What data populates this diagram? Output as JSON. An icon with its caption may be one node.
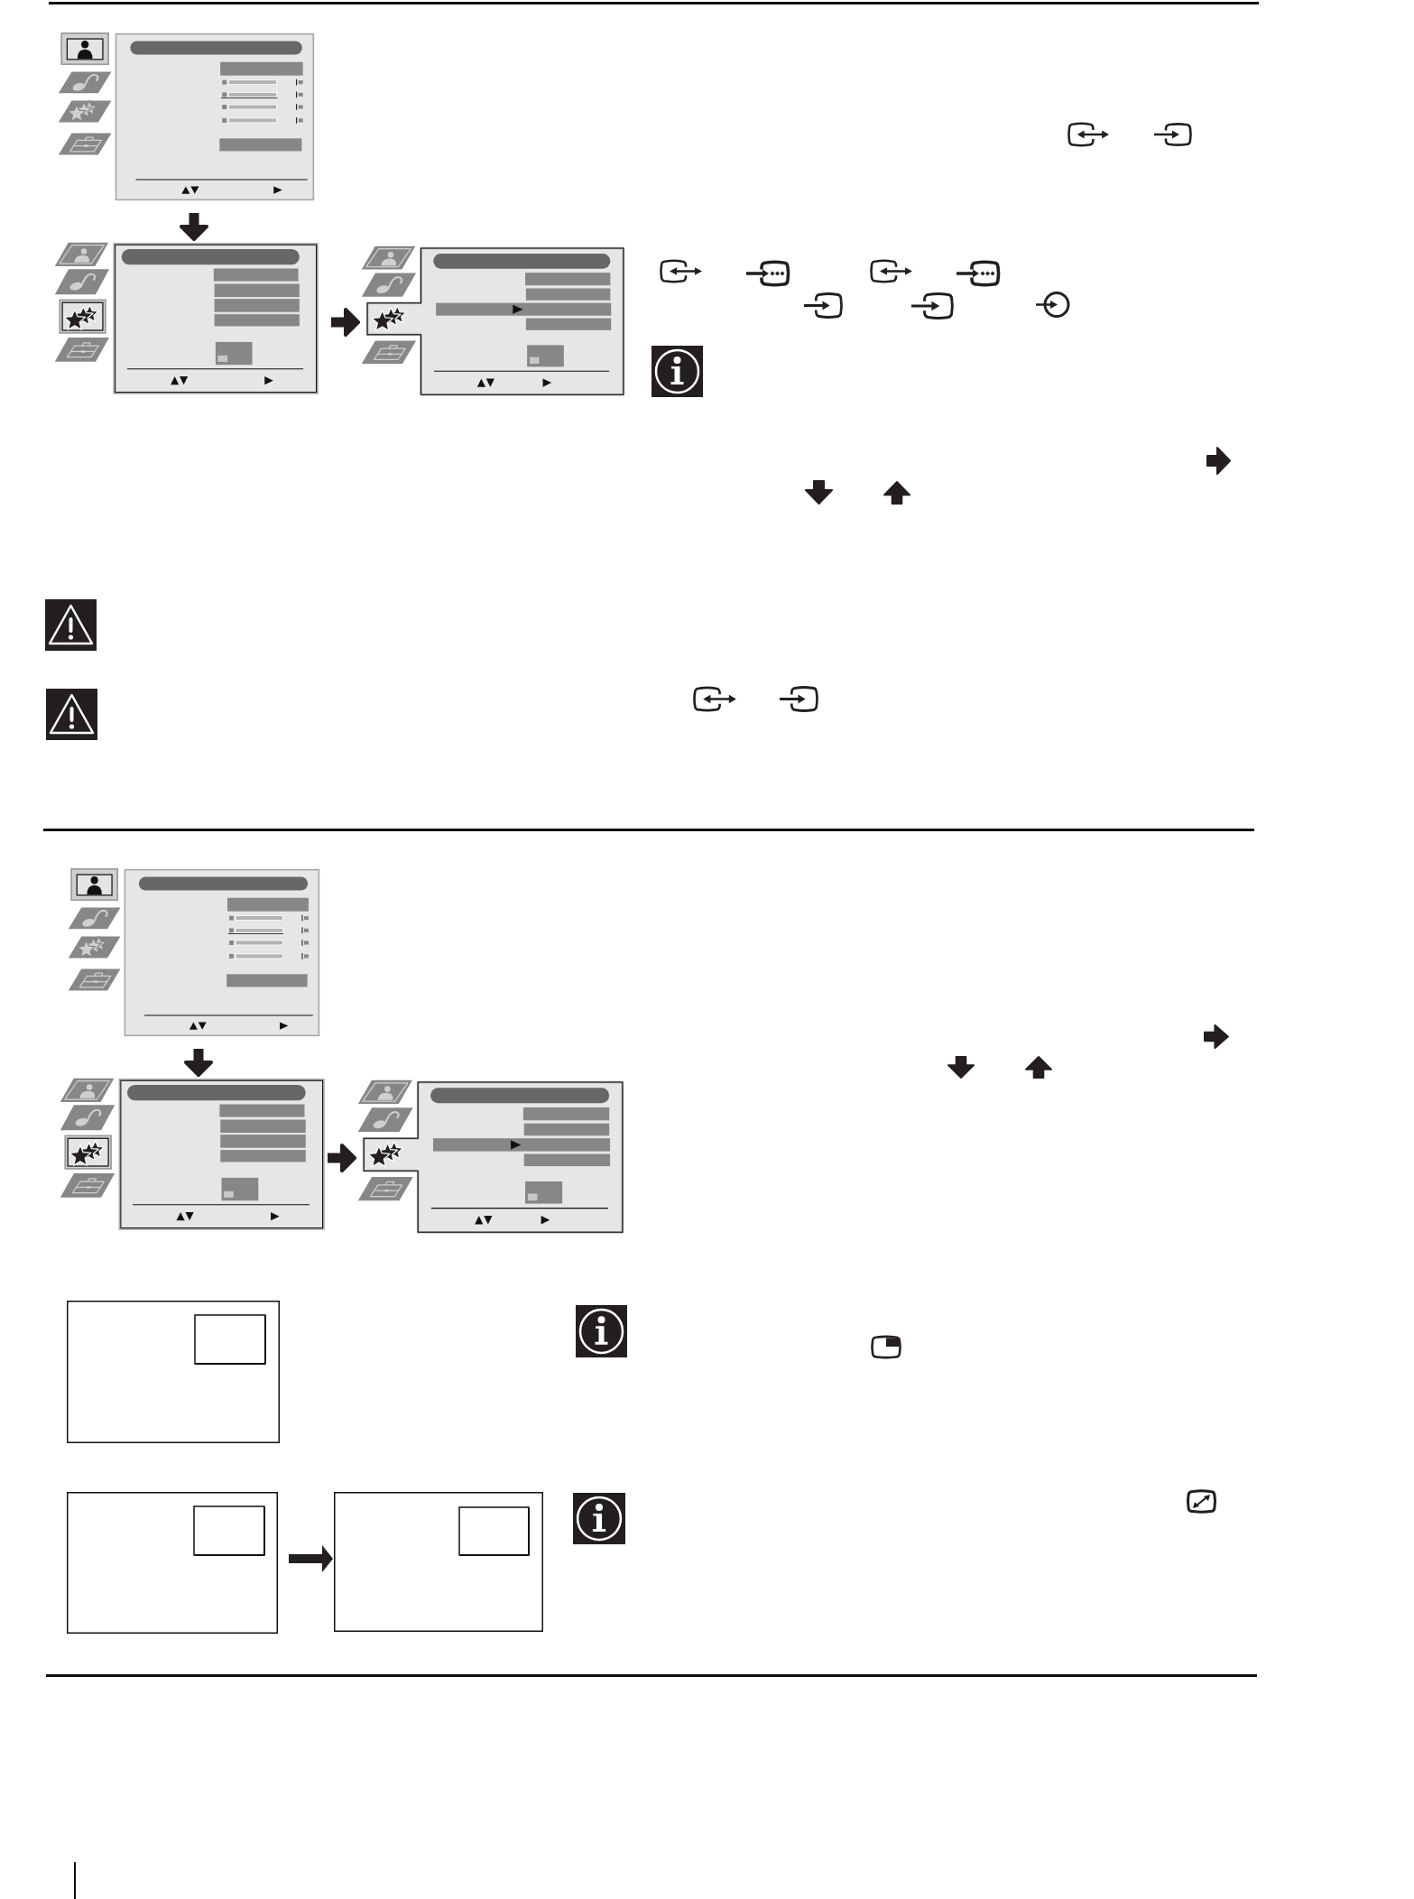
{
  "diagram": {
    "nodes": [
      {
        "text": [],
        "shape": "picture"
      },
      {
        "text": [],
        "shape": "picture"
      },
      {
        "text": [],
        "shape": "picture"
      },
      {
        "text": [],
        "shape": "picture"
      },
      {
        "text": [],
        "shape": "picture"
      },
      {
        "text": [],
        "shape": "picture"
      },
      {
        "text": [],
        "shape": "box"
      },
      {
        "text": [],
        "shape": "box"
      },
      {
        "text": [],
        "shape": "box"
      }
    ],
    "edges": [
      {
        "from": 0,
        "to": 1,
        "arrow": "to"
      },
      {
        "from": 1,
        "to": 2,
        "arrow": "to"
      },
      {
        "from": 3,
        "to": 4,
        "arrow": "to"
      },
      {
        "from": 4,
        "to": 5,
        "arrow": "to"
      },
      {
        "from": 7,
        "to": 8,
        "arrow": "to"
      }
    ]
  }
}
